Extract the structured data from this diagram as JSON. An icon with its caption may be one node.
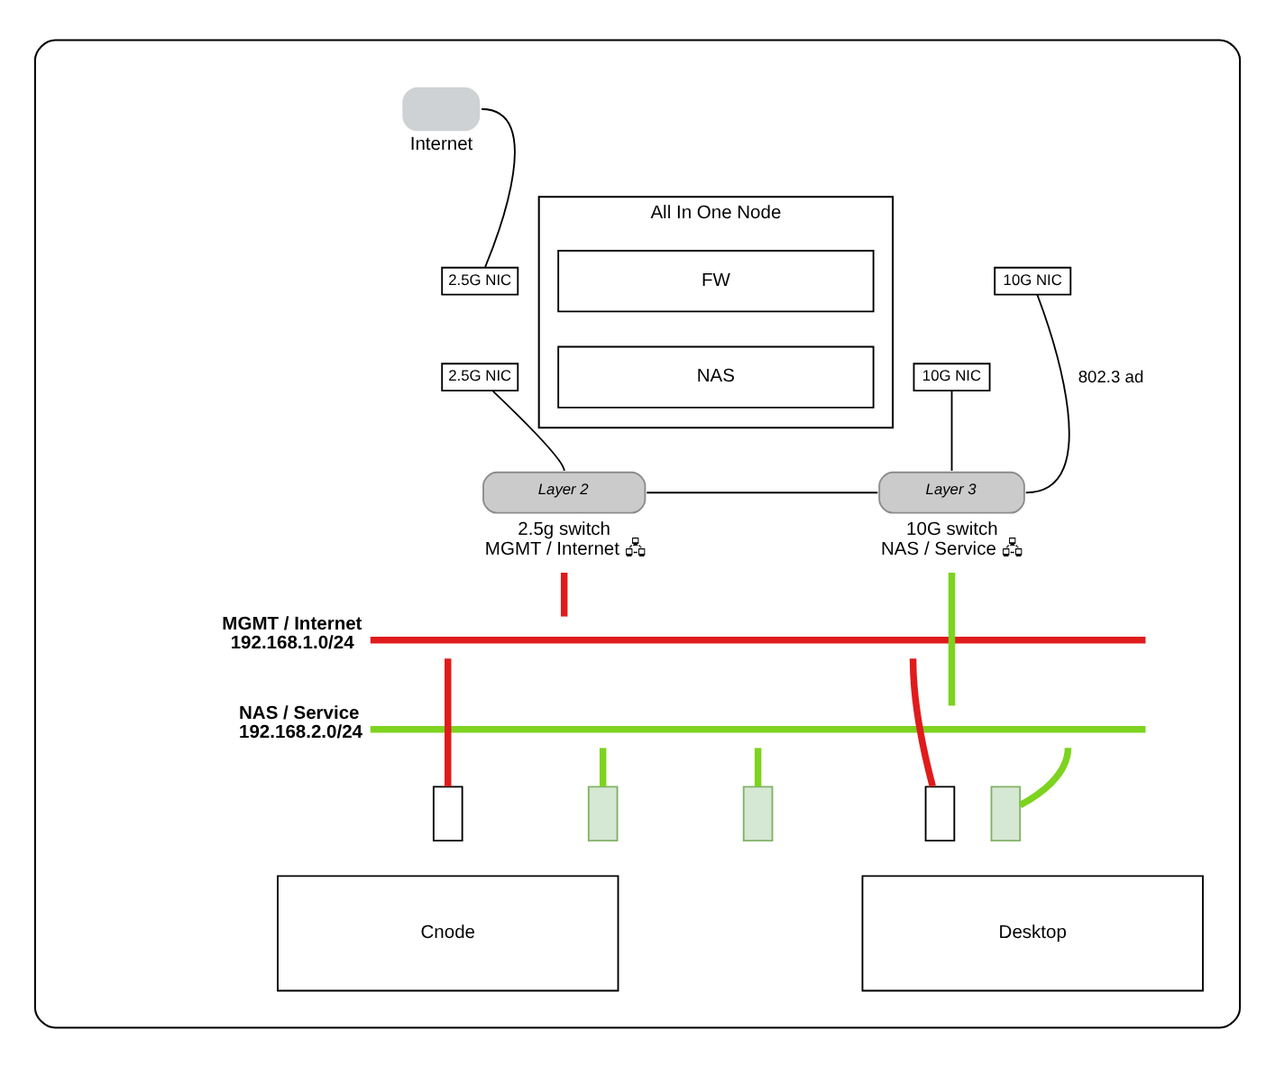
{
  "diagram": {
    "nodes": [
      {
        "text": [],
        "shape": "box"
      },
      {
        "text": [
          "Internet"
        ],
        "in": 0
      },
      {
        "text": [
          "All In One Node"
        ],
        "in": 0
      },
      {
        "text": [
          "FW"
        ],
        "in": 2
      },
      {
        "text": [
          "2.5G NIC"
        ],
        "in": 0
      },
      {
        "text": [
          "2.5G NIC"
        ],
        "in": 0
      },
      {
        "text": [
          "NAS"
        ],
        "in": 2
      },
      {
        "text": [
          "10G NIC"
        ],
        "in": 0
      },
      {
        "text": [
          "10G NIC"
        ],
        "in": 0
      },
      {
        "text": [
          "Layer 2"
        ],
        "beside": [
          "2.5g switch MGMT / Internet 🖧"
        ],
        "in": 0
      },
      {
        "text": [
          "Layer 3"
        ],
        "beside": [
          "10G switch NAS / Service 🖧"
        ],
        "in": 0
      },
      {
        "text": [
          "MGMT / Internet 192.168.1.0/24"
        ],
        "in": 0
      },
      {
        "text": [
          "NAS / Service 192.168.2.0/24"
        ],
        "in": 0
      },
      {
        "text": [
          "Cnode"
        ],
        "in": 0
      },
      {
        "text": [],
        "shape": "box",
        "in": 0
      },
      {
        "text": [],
        "shape": "box",
        "in": 0
      },
      {
        "text": [],
        "shape": "box",
        "in": 0
      },
      {
        "text": [
          "Desktop"
        ],
        "in": 0
      },
      {
        "text": [],
        "shape": "box",
        "in": 0
      },
      {
        "text": [],
        "shape": "box",
        "in": 0
      }
    ],
    "edges": [
      {
        "from": 1,
        "to": 4,
        "arrow": "none"
      },
      {
        "from": 5,
        "to": 9,
        "arrow": "none"
      },
      {
        "from": 9,
        "to": 10,
        "arrow": "none"
      },
      {
        "from": 7,
        "to": 10,
        "arrow": "none",
        "label": "802.3 ad"
      },
      {
        "from": 8,
        "to": 10,
        "arrow": "none"
      },
      {
        "from": 9,
        "to": 11,
        "arrow": "none",
        "color": "#e01b1b"
      },
      {
        "from": 10,
        "to": 12,
        "arrow": "none",
        "color": "#7dd31f"
      },
      {
        "from": 11,
        "to": 14,
        "arrow": "none",
        "color": "#e01b1b"
      },
      {
        "from": 12,
        "to": 15,
        "arrow": "none",
        "color": "#7dd31f"
      },
      {
        "from": 12,
        "to": 16,
        "arrow": "none",
        "color": "#7dd31f"
      },
      {
        "from": 11,
        "to": 18,
        "arrow": "none",
        "color": "#e01b1b"
      },
      {
        "from": 12,
        "to": 19,
        "arrow": "none",
        "color": "#7dd31f"
      }
    ]
  }
}
